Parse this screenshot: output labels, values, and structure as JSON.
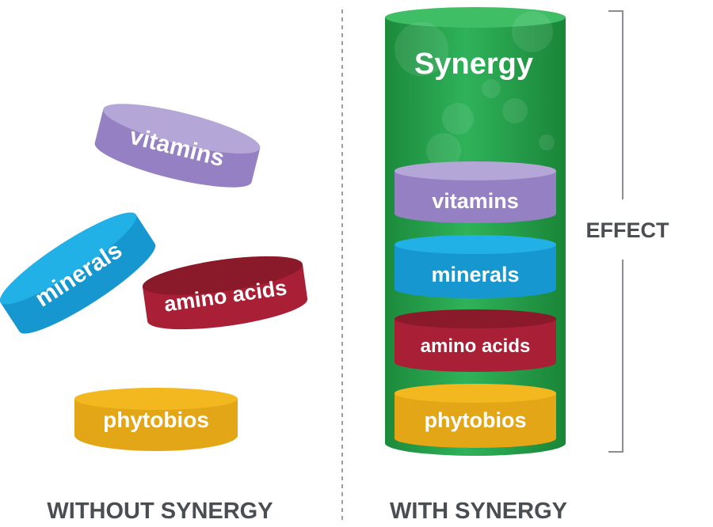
{
  "colors": {
    "vitamins": {
      "top": "#b4a6d6",
      "side": "#9480c2"
    },
    "minerals": {
      "top": "#22b1e6",
      "side": "#1697d0"
    },
    "amino_acids": {
      "top": "#8a1a29",
      "side": "#a91f35"
    },
    "phytobios": {
      "top": "#f3b81f",
      "side": "#e3a617"
    },
    "cylinder_dark": "#1d8a3c",
    "cylinder_mid": "#2fb25a",
    "cylinder_top": "#39b862",
    "caption_text": "#4a4d52",
    "divider": "#9a9ea3"
  },
  "left_panel": {
    "caption": "WITHOUT SYNERGY",
    "discs": {
      "vitamins": "vitamins",
      "minerals": "minerals",
      "amino_acids": "amino acids",
      "phytobios": "phytobios"
    }
  },
  "right_panel": {
    "caption": "WITH SYNERGY",
    "cylinder_title": "Synergy",
    "discs": {
      "vitamins": "vitamins",
      "minerals": "minerals",
      "amino_acids": "amino acids",
      "phytobios": "phytobios"
    }
  },
  "effect": {
    "label": "EFFECT"
  }
}
